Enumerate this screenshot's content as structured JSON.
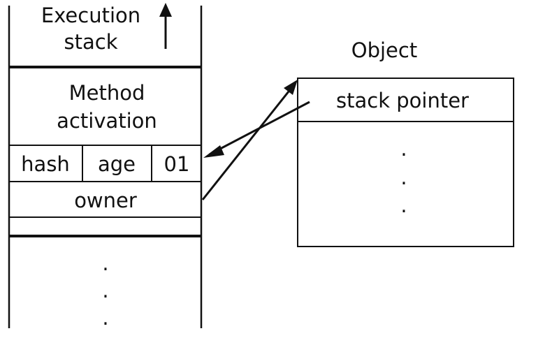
{
  "execution_stack": {
    "title_line1": "Execution",
    "title_line2": "stack",
    "method_activation_line1": "Method",
    "method_activation_line2": "activation",
    "lock_word": {
      "hash": "hash",
      "age": "age",
      "bits": "01"
    },
    "owner": "owner",
    "continuation_dots": ".",
    "growth_direction_icon": "arrow-up-icon"
  },
  "object": {
    "title": "Object",
    "stack_pointer": "stack pointer",
    "continuation_dots": "."
  },
  "connectors": [
    {
      "from": "owner",
      "to": "object",
      "icon": "arrow-icon"
    },
    {
      "from": "stack_pointer",
      "to": "lock_word",
      "icon": "arrow-icon"
    }
  ]
}
